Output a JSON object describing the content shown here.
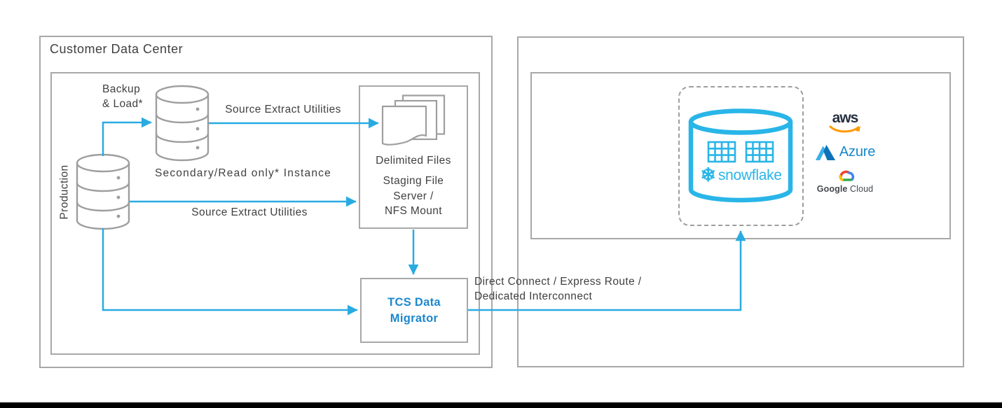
{
  "left": {
    "title": "Customer Data Center",
    "production_label": "Production",
    "backup_label_line1": "Backup",
    "backup_label_line2": "& Load*",
    "secondary_label": "Secondary/Read only* Instance",
    "arrow_label_top": "Source Extract Utilities",
    "arrow_label_middle": "Source Extract Utilities",
    "staging": {
      "files_label": "Delimited Files",
      "name_line1": "Staging File",
      "name_line2": "Server /",
      "name_line3": "NFS Mount"
    },
    "tcs": {
      "name_line1": "TCS Data",
      "name_line2": "Migrator"
    }
  },
  "connection": {
    "label_line1": "Direct Connect / Express Route /",
    "label_line2": "Dedicated Interconnect"
  },
  "cloud": {
    "snowflake_wordmark": "snowflake",
    "providers": {
      "aws": "aws",
      "azure": "Azure",
      "google_word1": "Google",
      "google_word2": "Cloud"
    }
  },
  "icons": {
    "snowflake_glyph": "❄"
  },
  "colors": {
    "arrow_blue": "#29abe2",
    "tcs_text_blue": "#1b87cf",
    "snowflake_blue": "#29b5e8",
    "box_border_gray": "#a8a8a8",
    "dashed_border_gray": "#9e9e9e",
    "cylinder_gray": "#9e9e9e",
    "text_gray": "#414042",
    "aws_text_dark": "#252f3e",
    "aws_swoosh_orange": "#ff9900",
    "azure_blue": "#1787c8",
    "google_text_gray": "#45494d",
    "bottom_bar_black": "#000000"
  }
}
